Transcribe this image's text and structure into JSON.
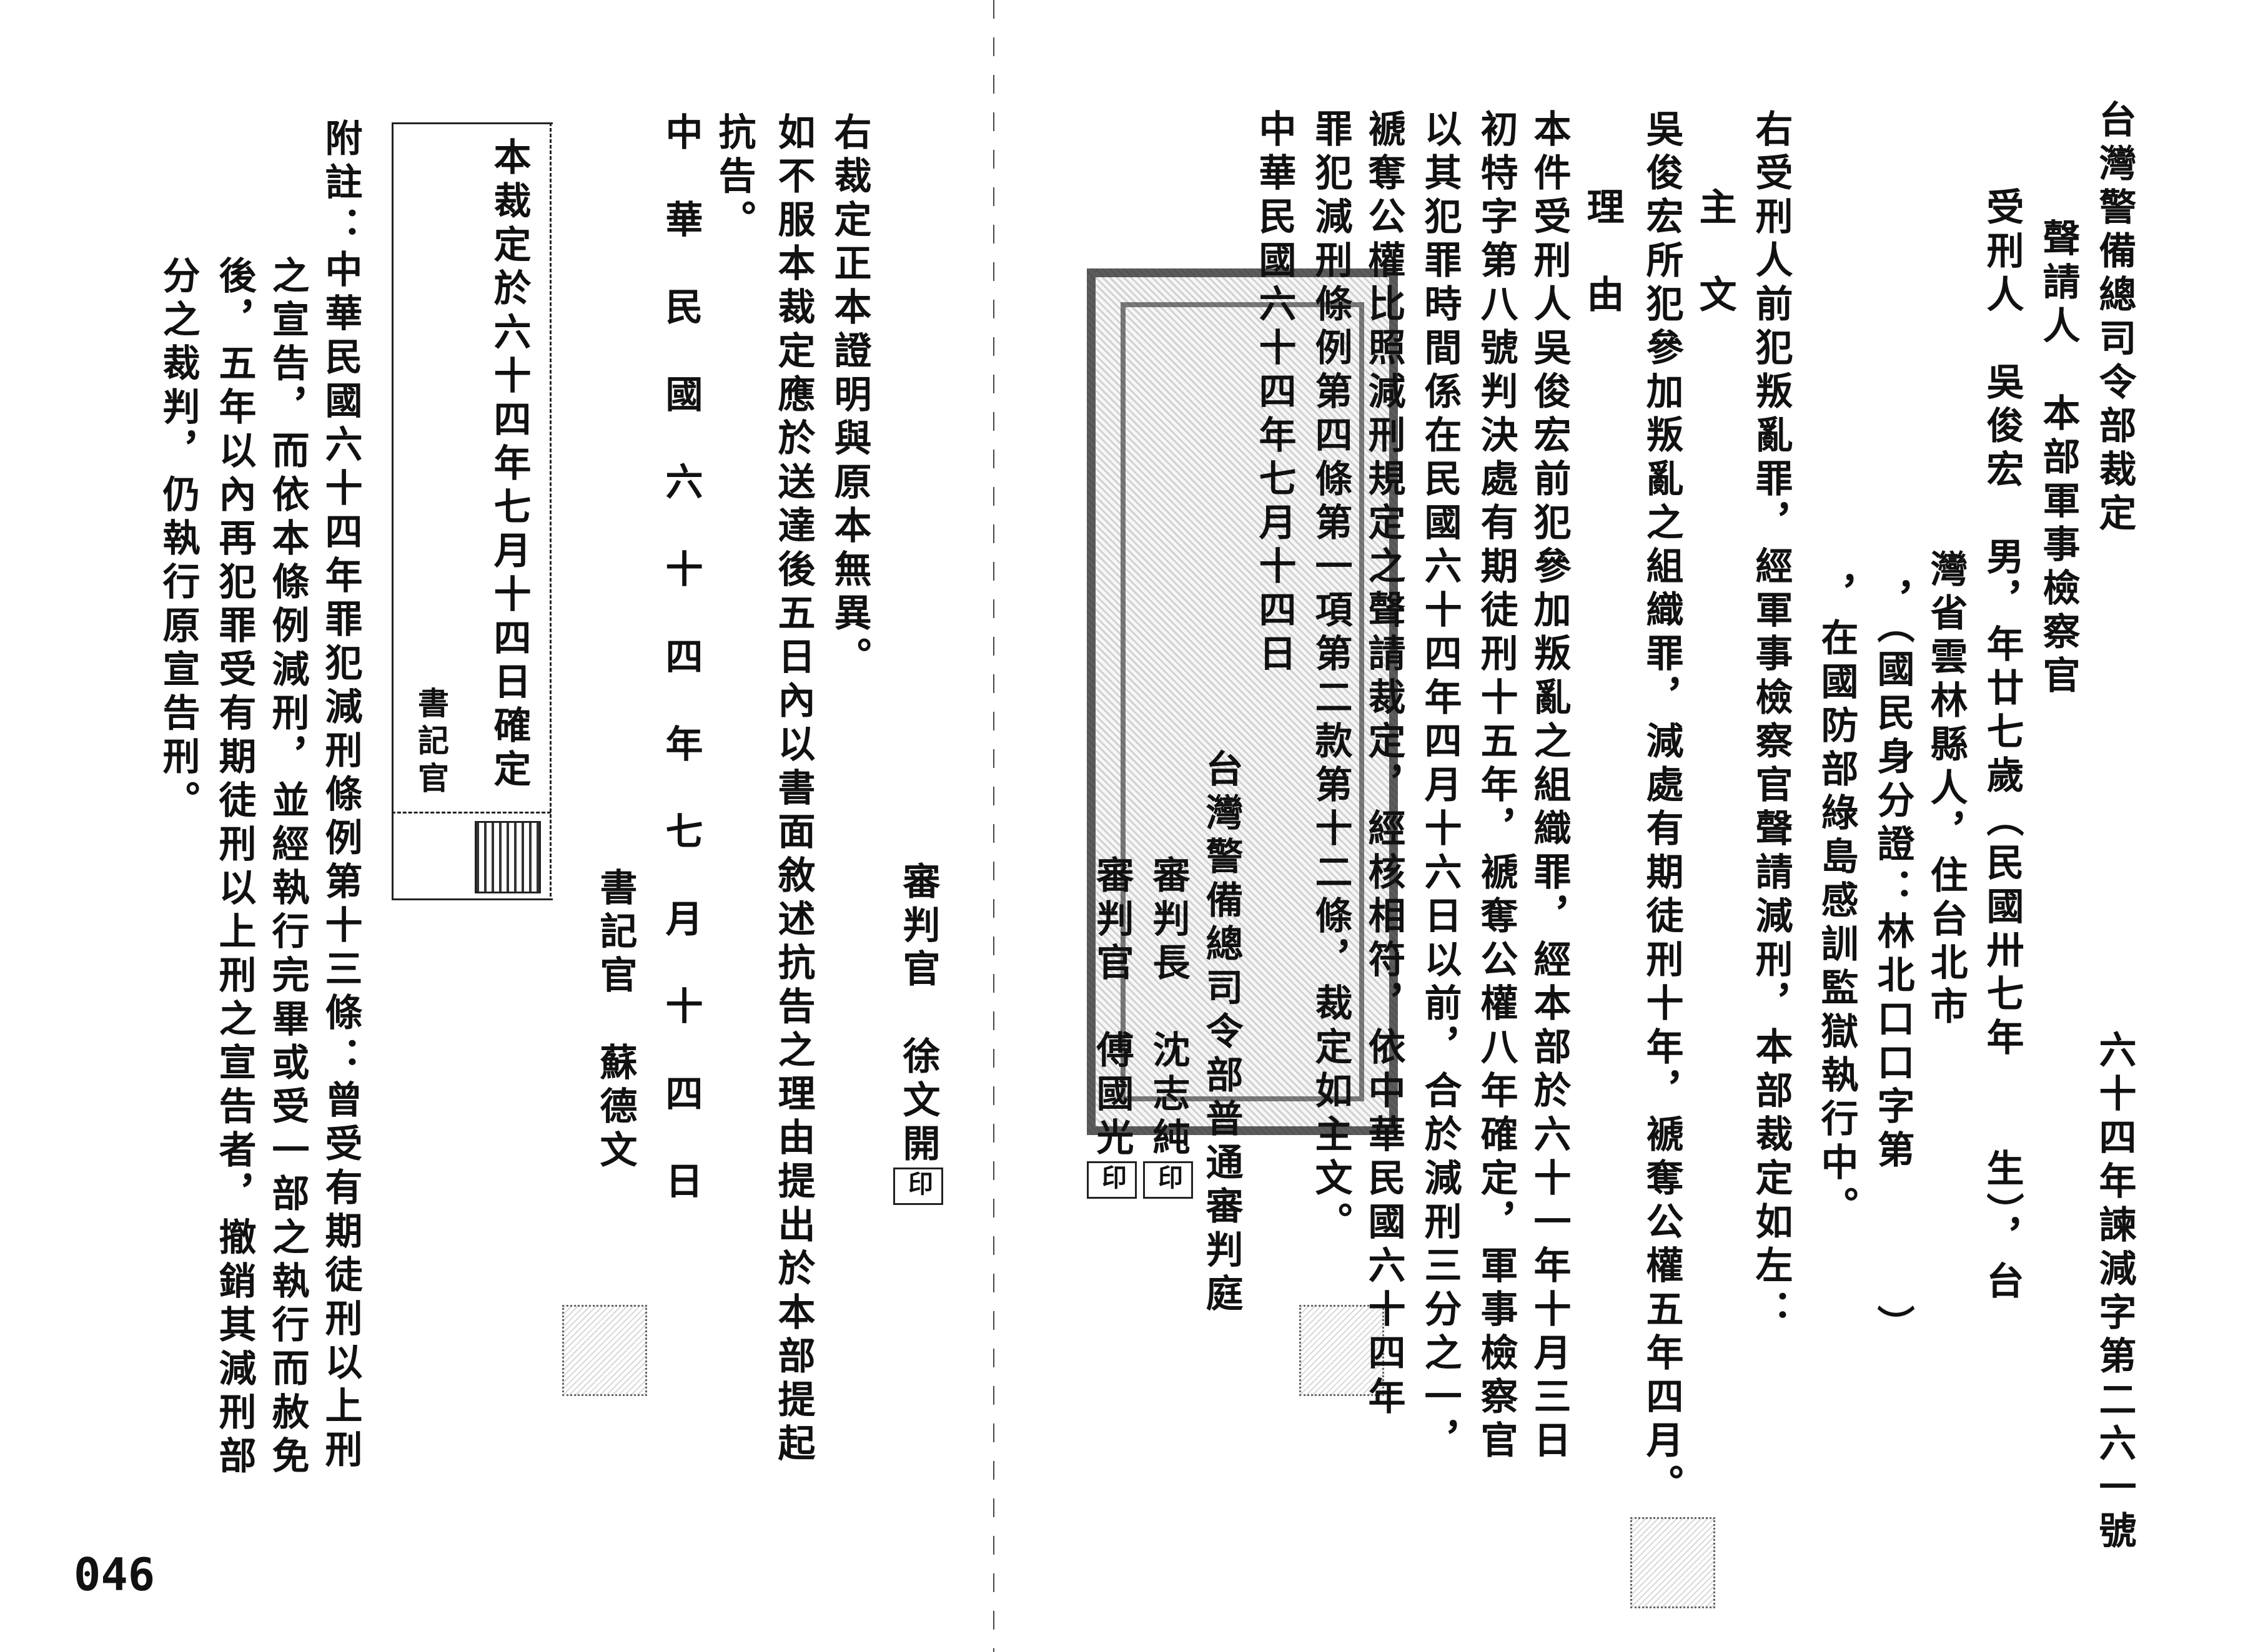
{
  "right_page": {
    "title": "台灣警備總司令部裁定",
    "case_number": "六十四年諫減字第二六一號",
    "applicant": "聲請人　本部軍事檢察官",
    "defendant_line1": "受刑人　吳俊宏　男，年廿七歲（民國卅七年　　生），台",
    "defendant_line2": "灣省雲林縣人，住台北市",
    "defendant_line3": "，（國民身分證：林北口口字第　　　）",
    "defendant_line4": "，在國防部綠島感訓監獄執行中。",
    "intro": "右受刑人前犯叛亂罪，經軍事檢察官聲請減刑，本部裁定如左：",
    "main_heading": "主　文",
    "main_text": "吳俊宏所犯參加叛亂之組織罪，減處有期徒刑十年，褫奪公權五年四月。",
    "reason_heading": "理　由",
    "reason_lines": [
      "本件受刑人吳俊宏前犯參加叛亂之組織罪，經本部於六十一年十月三日",
      "初特字第八號判決處有期徒刑十五年，褫奪公權八年確定，軍事檢察官",
      "以其犯罪時間係在民國六十四年四月十六日以前，合於減刑三分之一，",
      "褫奪公權比照減刑規定之聲請裁定，經核相符，依中華民國六十四年",
      "罪犯減刑條例第四條第一項第二款第十二條，裁定如主文。"
    ],
    "date": "中華民國六十四年七月十四日",
    "court": "台灣警備總司令部普通審判庭",
    "presiding_judge": "審判長　沈志純",
    "judge": "審判官　傅國光",
    "seal_mark": "印"
  },
  "left_page": {
    "certify": "右裁定正本證明與原本無異。",
    "appeal_line1": "如不服本裁定應於送達後五日內以書面敘述抗告之理由提出於本部提起",
    "appeal_line2": "抗告。",
    "judge": "審判官　徐文開",
    "date": "中華民國六十四年七月十四日",
    "clerk": "書記官　蘇德文",
    "box_text": "本裁定於六十四年七月十四日確定",
    "box_clerk": "書記官",
    "note_lines": [
      "附註：中華民國六十四年罪犯減刑條例第十三條：曾受有期徒刑以上刑",
      "之宣告，而依本條例減刑，並經執行完畢或受一部之執行而赦免",
      "後，五年以內再犯罪受有期徒刑以上刑之宣告者，撤銷其減刑部",
      "分之裁判，仍執行原宣告刑。"
    ],
    "page_number": "046"
  }
}
